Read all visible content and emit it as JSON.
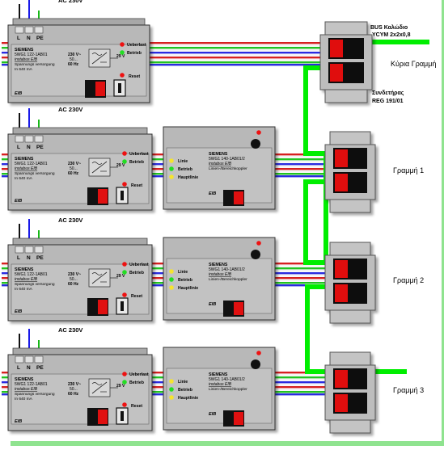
{
  "supply_label": "AC 230V",
  "terminals": [
    "L",
    "N",
    "PE"
  ],
  "psu": {
    "brand": "SIEMENS",
    "model": "5WG1 122-1AB01",
    "bus": "instabus EIB",
    "desc1": "Spannungs versorgung",
    "desc2": "In 640 mA",
    "vin1": "230 V~",
    "vin2": "50...",
    "vin3": "60 Hz",
    "vout": "29 V",
    "led_overload": "Ueberlast",
    "led_run": "Betrieb",
    "reset": "Reset",
    "eib": "EIB"
  },
  "coupler": {
    "brand": "SIEMENS",
    "model": "5WG1 140-1AB01/2",
    "bus": "instabus EIB",
    "desc": "Linien-/Bereichkoppler",
    "led_line": "Linie",
    "led_run": "Betrieb",
    "led_main": "Hauptlinie",
    "eib": "EIB"
  },
  "bus_cable_l1": "BUS Καλώδιο",
  "bus_cable_l2": "YCYM 2x2x0,8",
  "main_line_label": "Κύρια Γραμμή",
  "connector_l1": "Συνδετήρας",
  "connector_l2": "REG 191/01",
  "line_labels": [
    "Γραμμή 1",
    "Γραμμή 2",
    "Γραμμή 3"
  ],
  "colors": {
    "bus_green": "#00ee00",
    "wire_red": "#d62020",
    "wire_blue": "#2a2ae0",
    "wire_green": "#22c222",
    "wire_white": "#f4f4f4",
    "device_grey": "#b8b8b8",
    "led_red": "#ee1111",
    "led_green": "#22dd22",
    "led_yellow": "#f4e430"
  }
}
